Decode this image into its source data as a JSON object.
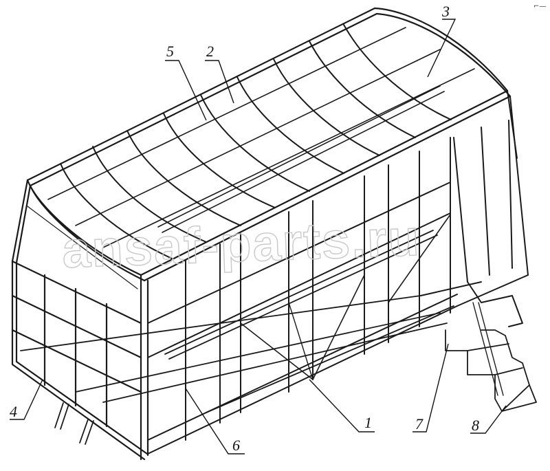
{
  "corner_mark": "⌐—",
  "watermark": "ansaf-parts.ru",
  "callouts": [
    {
      "id": "c1",
      "label": "1"
    },
    {
      "id": "c2",
      "label": "2"
    },
    {
      "id": "c3",
      "label": "3"
    },
    {
      "id": "c4",
      "label": "4"
    },
    {
      "id": "c5",
      "label": "5"
    },
    {
      "id": "c6",
      "label": "6"
    },
    {
      "id": "c7",
      "label": "7"
    },
    {
      "id": "c8",
      "label": "8"
    }
  ]
}
